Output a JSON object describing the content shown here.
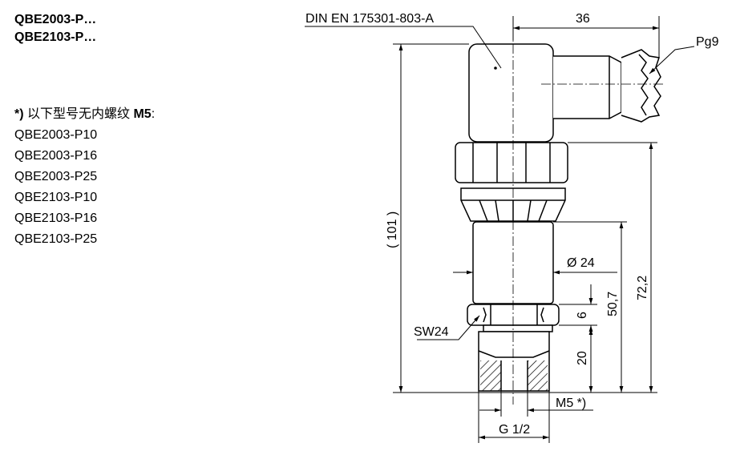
{
  "header": {
    "models": [
      "QBE2003-P…",
      "QBE2103-P…"
    ]
  },
  "note": {
    "marker": "*)",
    "text": " 以下型号无内螺纹 ",
    "thread": "M5",
    "colon": ":",
    "items": [
      "QBE2003-P10",
      "QBE2003-P16",
      "QBE2003-P25",
      "QBE2103-P10",
      "QBE2103-P16",
      "QBE2103-P25"
    ]
  },
  "drawing": {
    "connector_standard": "DIN EN 175301-803-A",
    "gland_thread": "Pg9",
    "connector_width": "36",
    "overall_height": "( 101 )",
    "body_height": "72,2",
    "lower_height": "50,7",
    "diameter": "Ø 24",
    "hex_thickness": "6",
    "thread_length": "20",
    "wrench_size": "SW24",
    "internal_thread": "M5 *)",
    "process_thread": "G 1/2"
  }
}
